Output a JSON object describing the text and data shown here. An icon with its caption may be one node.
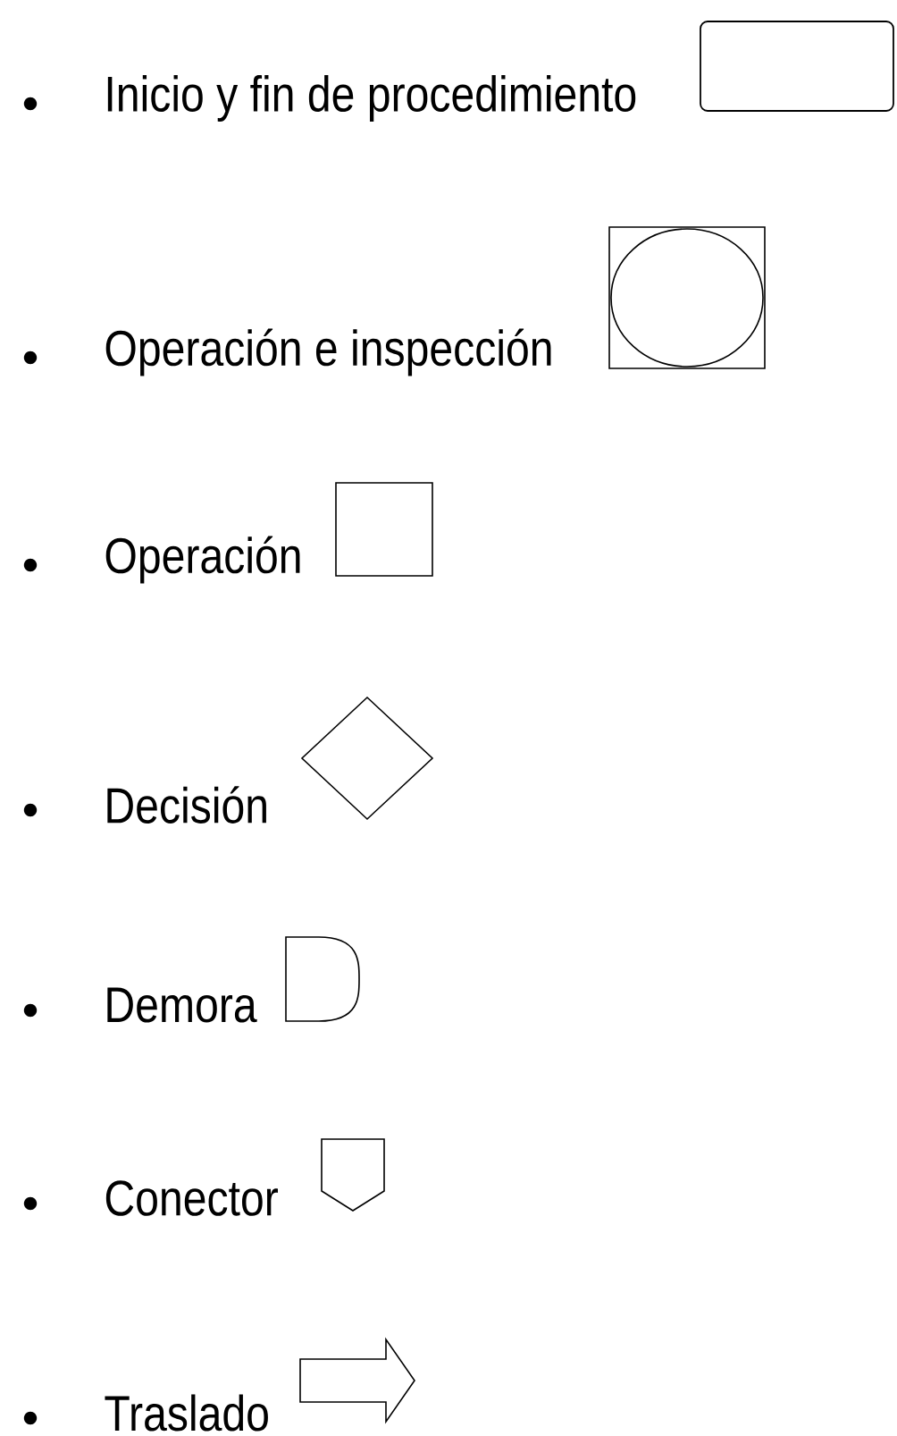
{
  "diagram": {
    "nodes": [
      {
        "text": [],
        "shape": "terminal",
        "beside": [
          "Inicio y fin de procedimiento"
        ]
      },
      {
        "text": [],
        "shape": "circle",
        "beside": [
          "Operación e inspección"
        ]
      },
      {
        "text": [],
        "shape": "box",
        "beside": [
          "Operación"
        ]
      },
      {
        "text": [],
        "shape": "diamond",
        "beside": [
          "Decisión"
        ]
      },
      {
        "text": [],
        "shape": "delay",
        "beside": [
          "Demora"
        ]
      },
      {
        "text": [],
        "shape": "pentagon",
        "beside": [
          "Conector"
        ]
      },
      {
        "text": [],
        "shape": "arrow",
        "beside": [
          "Traslado"
        ]
      }
    ]
  }
}
